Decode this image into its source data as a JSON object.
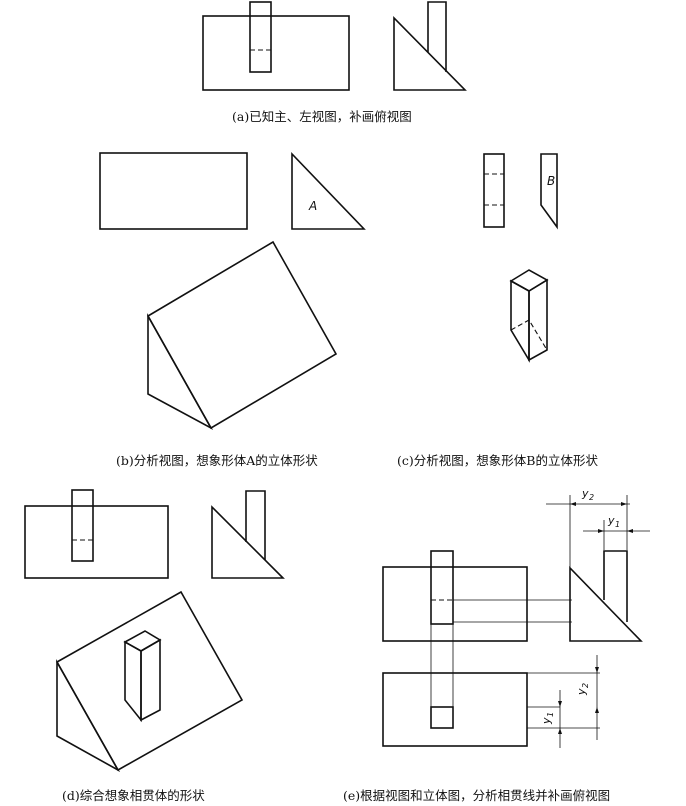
{
  "captions": {
    "a": "(a)已知主、左视图，补画俯视图",
    "b": "(b)分析视图，想象形体A的立体形状",
    "c": "(c)分析视图，想象形体B的立体形状",
    "d": "(d)综合想象相贯体的形状",
    "e": "(e)根据视图和立体图，分析相贯线并补画俯视图"
  },
  "labels": {
    "A": "A",
    "B": "B"
  },
  "dims": {
    "y": "y",
    "sub1": "1",
    "sub2": "2"
  }
}
